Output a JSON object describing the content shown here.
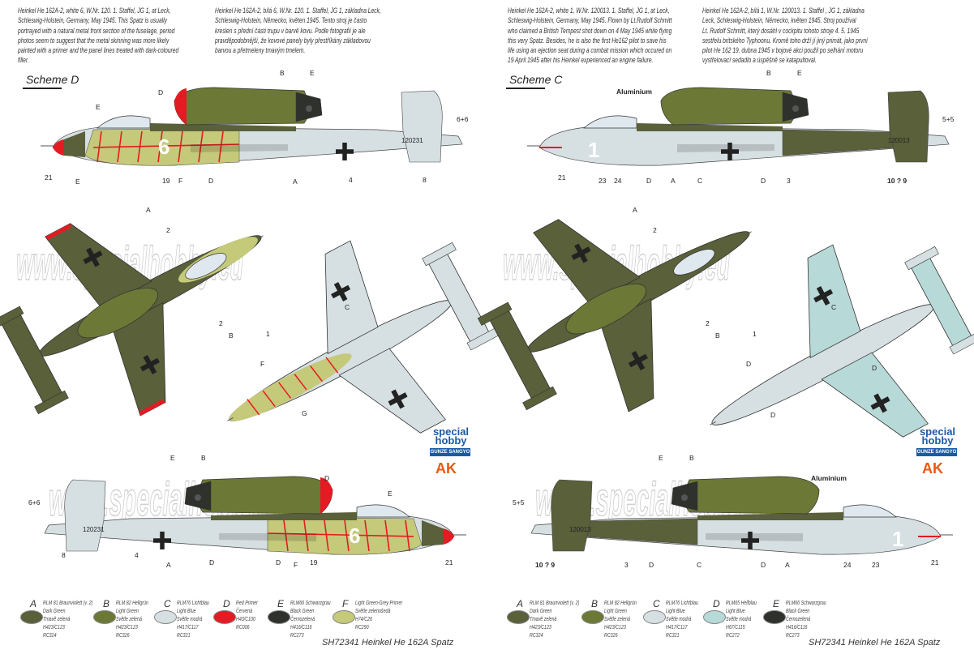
{
  "left": {
    "desc_en": "Heinkel He 162A-2, white 6, W.Nr. 120. 1. Staffel, JG 1, at Leck,\nSchleswig-Holstein, Germany, May 1945. This Spatz is usually\nportrayed with a natural metal front section of the fuselage, period\nphotos seem to suggest that the metal skinning was more likely\npainted with a primer and the panel lines treated with dark-coloured\nfiller.",
    "desc_cz": "Heinkel He 162A-2, bílá 6, W.Nr. 120. 1. Staffel, JG 1, základna Leck,\nSchleswig-Holstein, Německo, květen 1945. Tento stroj je často\nkreslen s přední části trupu v barvě kovu. Podle fotografií je ale\npravděpodobnější, že kovové panely byly přestříkány základovou\nbarvou a přetmeleny tmavým tmelem.",
    "scheme": "Scheme D",
    "markings": {
      "code": "6",
      "serial": "120231",
      "tail_code": "6+6"
    },
    "callouts": [
      "B",
      "E",
      "D",
      "E",
      "21",
      "E",
      "19",
      "F",
      "D",
      "A",
      "4",
      "8",
      "A",
      "2",
      "2",
      "B",
      "C",
      "1",
      "F",
      "G",
      "B",
      "E",
      "D",
      "E",
      "21",
      "19",
      "F",
      "D",
      "D",
      "A",
      "4",
      "8",
      "6+6",
      "6+6"
    ],
    "legend": [
      {
        "letter": "A",
        "lines": "RLM 81 Braunviolett (v. 2)\nDark Green\nTmavě zelená\nH423/C123\nRC324",
        "color": "#59603a"
      },
      {
        "letter": "B",
        "lines": "RLM 82 Hellgrün\nLight Green\nSvětle zelená\nH423/C123\nRC326",
        "color": "#6c7836"
      },
      {
        "letter": "C",
        "lines": "RLM76 Lichtblau\nLight Blue\nSvětle modrá\nH417/C117\nRC321",
        "color": "#d6e0e2"
      },
      {
        "letter": "D",
        "lines": "Red Primer\nČervená\nH43/C100\nRC006",
        "color": "#e31b23"
      },
      {
        "letter": "E",
        "lines": "RLM66 Schwarzgrau\nBlack Green\nČernozelená\nH416/C116\nRC273",
        "color": "#2f312c"
      },
      {
        "letter": "F",
        "lines": "Light Green-Grey Primer\nSvětle zelenošedá\nH74/C26\nRC290",
        "color": "#c5c97a"
      }
    ]
  },
  "right": {
    "desc_en": "Heinkel He 162A-2, white 1, W.Nr. 120013. 1. Staffel, JG 1, at Leck,\nSchleswig-Holstein, Germany, May 1945. Flown by Lt.Rudolf Schmitt\nwho claimed a British Tempest shot down on 4 May 1945 while flying\nthis very Spatz. Besides, he is also the first He162 pilot to save his\nlife using an ejection seat during a combat mission which occured on\n19 April 1945 after his Heinkel experienced an engine failure.",
    "desc_cz": "Heinkel He 162A-2, bílá 1, W.Nr. 120013. 1. Staffel , JG 1, základna\nLeck, Schleswig-Holstein, Německo, květen 1945. Stroj používal\nLt. Rudolf Schmitt, který dosáhl v cockpitu tohoto stroje 4. 5. 1945\nsestřelu britského Typhoonu. Kromě toho drží jí jiný primát, jako první\npilot He 162 19. dubna 1945 v bojové akci použil po selhání motoru\nvystřelovací sedadlo a úspěšně se katapultoval.",
    "scheme": "Scheme C",
    "markings": {
      "code": "1",
      "serial": "120013",
      "tail_code": "5+5"
    },
    "callouts": [
      "Aluminium",
      "B",
      "E",
      "21",
      "23",
      "24",
      "D",
      "A",
      "C",
      "D",
      "3",
      "10 ? 9",
      "A",
      "2",
      "2",
      "B",
      "C",
      "1",
      "D",
      "D",
      "D",
      "B",
      "E",
      "Aluminium",
      "21",
      "23",
      "24",
      "A",
      "D",
      "C",
      "D",
      "3",
      "10 ? 9",
      "5+5",
      "5+5"
    ],
    "legend": [
      {
        "letter": "A",
        "lines": "RLM 81 Braunviolett (v. 2)\nDark Green\nTmavě zelená\nH423/C123\nRC324",
        "color": "#59603a"
      },
      {
        "letter": "B",
        "lines": "RLM 82 Hellgrün\nLight Green\nSvětle zelená\nH423/C123\nRC326",
        "color": "#6c7836"
      },
      {
        "letter": "C",
        "lines": "RLM76 Lichtblau\nLight Blue\nSvětle modrá\nH417/C117\nRC321",
        "color": "#d6e0e2"
      },
      {
        "letter": "D",
        "lines": "RLM65 Hellblau\nLight Blue\nSvětle modrá\nH67/C115\nRC272",
        "color": "#b7d9d8"
      },
      {
        "letter": "E",
        "lines": "RLM66 Schwarzgrau\nBlack Green\nČernozelená\nH416/C116\nRC273",
        "color": "#2f312c"
      }
    ]
  },
  "product_title": "SH72341 Heinkel He 162A Spatz",
  "watermark": "www.specialhobby.eu",
  "logos": {
    "special_hobby": "special hobby",
    "gunze": "GUNZE SANGYO",
    "ak": "AK"
  }
}
